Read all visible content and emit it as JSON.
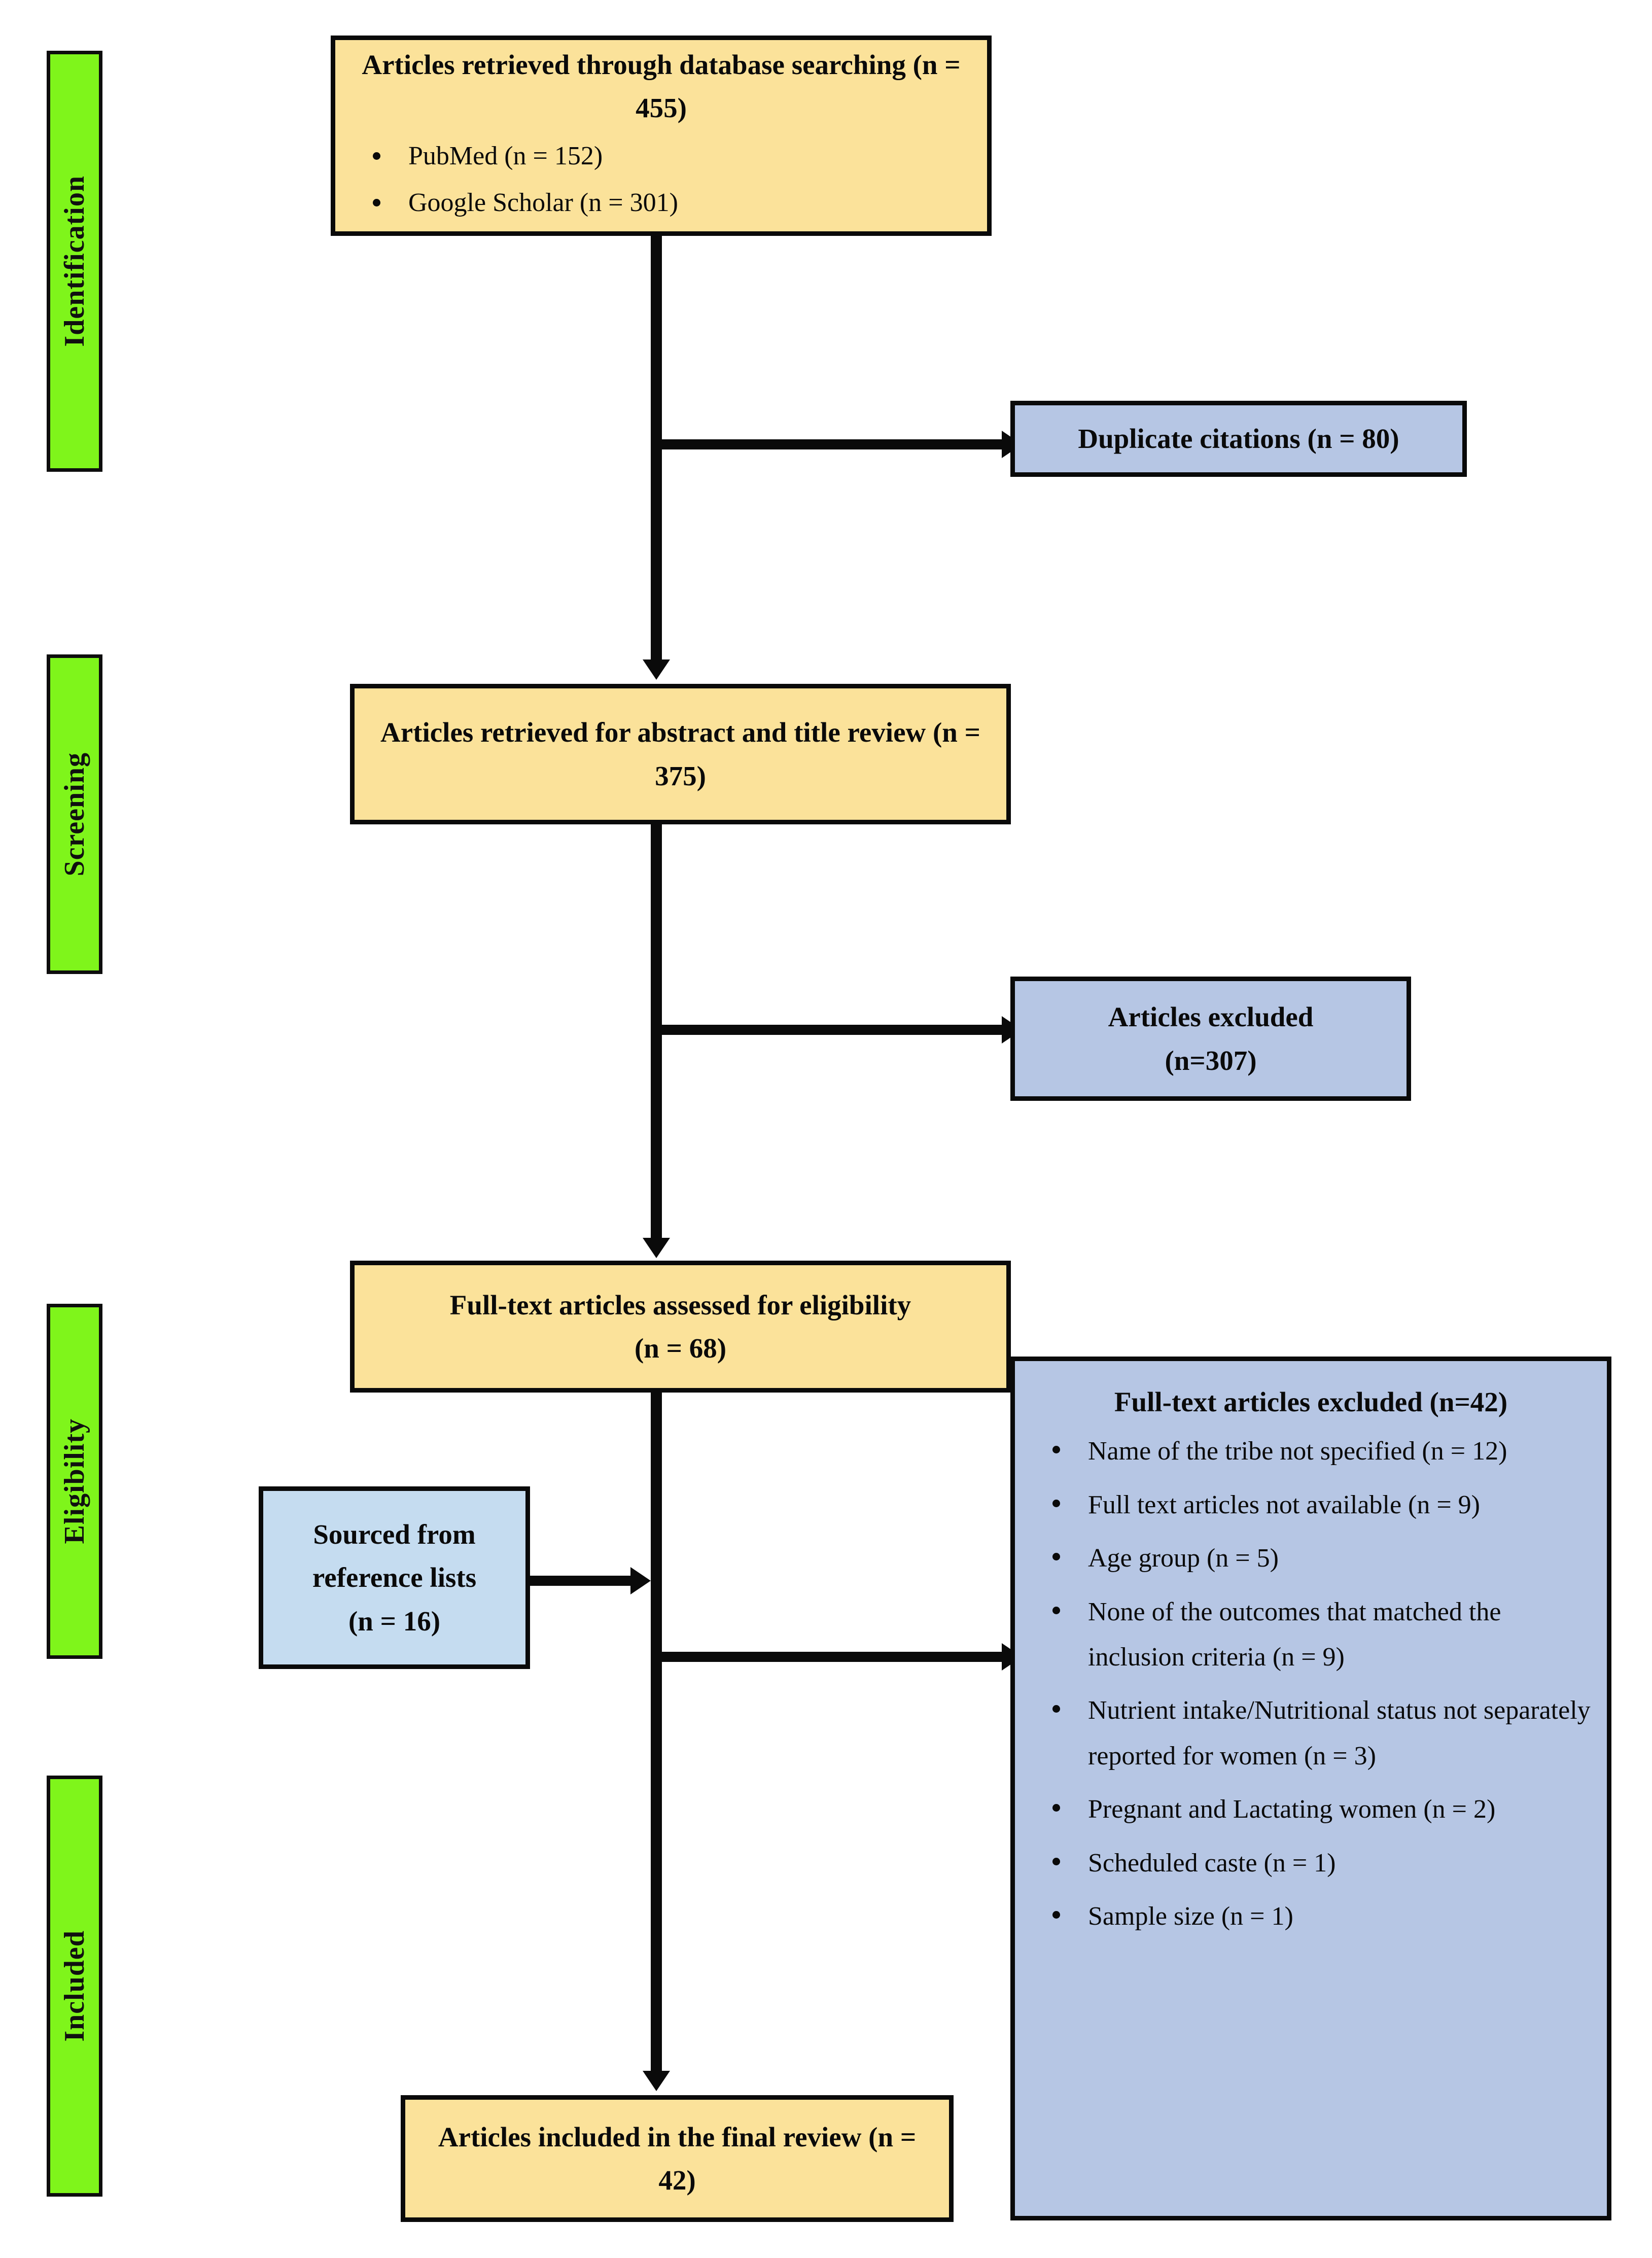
{
  "diagram": {
    "type": "prisma-flow-diagram",
    "colors": {
      "stage_bar_fill": "#7ff51b",
      "primary_box_fill": "#fbe29a",
      "exclusion_box_fill": "#b6c6e4",
      "supplement_box_fill": "#c5dcf0",
      "border": "#0a0a0a"
    }
  },
  "stages": [
    {
      "id": "identification",
      "label": "Identification"
    },
    {
      "id": "screening",
      "label": "Screening"
    },
    {
      "id": "eligibility",
      "label": "Eligibility"
    },
    {
      "id": "included",
      "label": "Included"
    }
  ],
  "boxes": {
    "records_identified": {
      "title": "Articles retrieved through database searching (n = 455)",
      "sources": [
        "PubMed (n = 152)",
        "Google Scholar (n = 301)"
      ],
      "total": 455
    },
    "duplicates_removed": {
      "title": "Duplicate citations (n = 80)",
      "count": 80
    },
    "records_screened": {
      "title": "Articles retrieved for abstract and title review (n = 375)",
      "count": 375
    },
    "records_excluded": {
      "title": "Articles excluded",
      "subtitle": "(n=307)",
      "count": 307
    },
    "fulltext_assessed": {
      "title": "Full-text articles assessed for eligibility",
      "subtitle": "(n = 68)",
      "count": 68
    },
    "reference_lists": {
      "line1": "Sourced from",
      "line2": "reference lists",
      "line3": "(n = 16)",
      "count": 16
    },
    "fulltext_excluded": {
      "title": "Full-text articles excluded (n=42)",
      "count": 42,
      "reasons": [
        "Name of the tribe not specified (n = 12)",
        "Full text articles not available (n = 9)",
        "Age group (n = 5)",
        "None of the outcomes that matched the inclusion criteria (n = 9)",
        "Nutrient intake/Nutritional status not separately reported for women (n = 3)",
        "Pregnant and Lactating women (n = 2)",
        "Scheduled caste (n = 1)",
        "Sample size (n = 1)"
      ]
    },
    "studies_included": {
      "title": "Articles included in the final review (n = 42)",
      "count": 42
    }
  }
}
